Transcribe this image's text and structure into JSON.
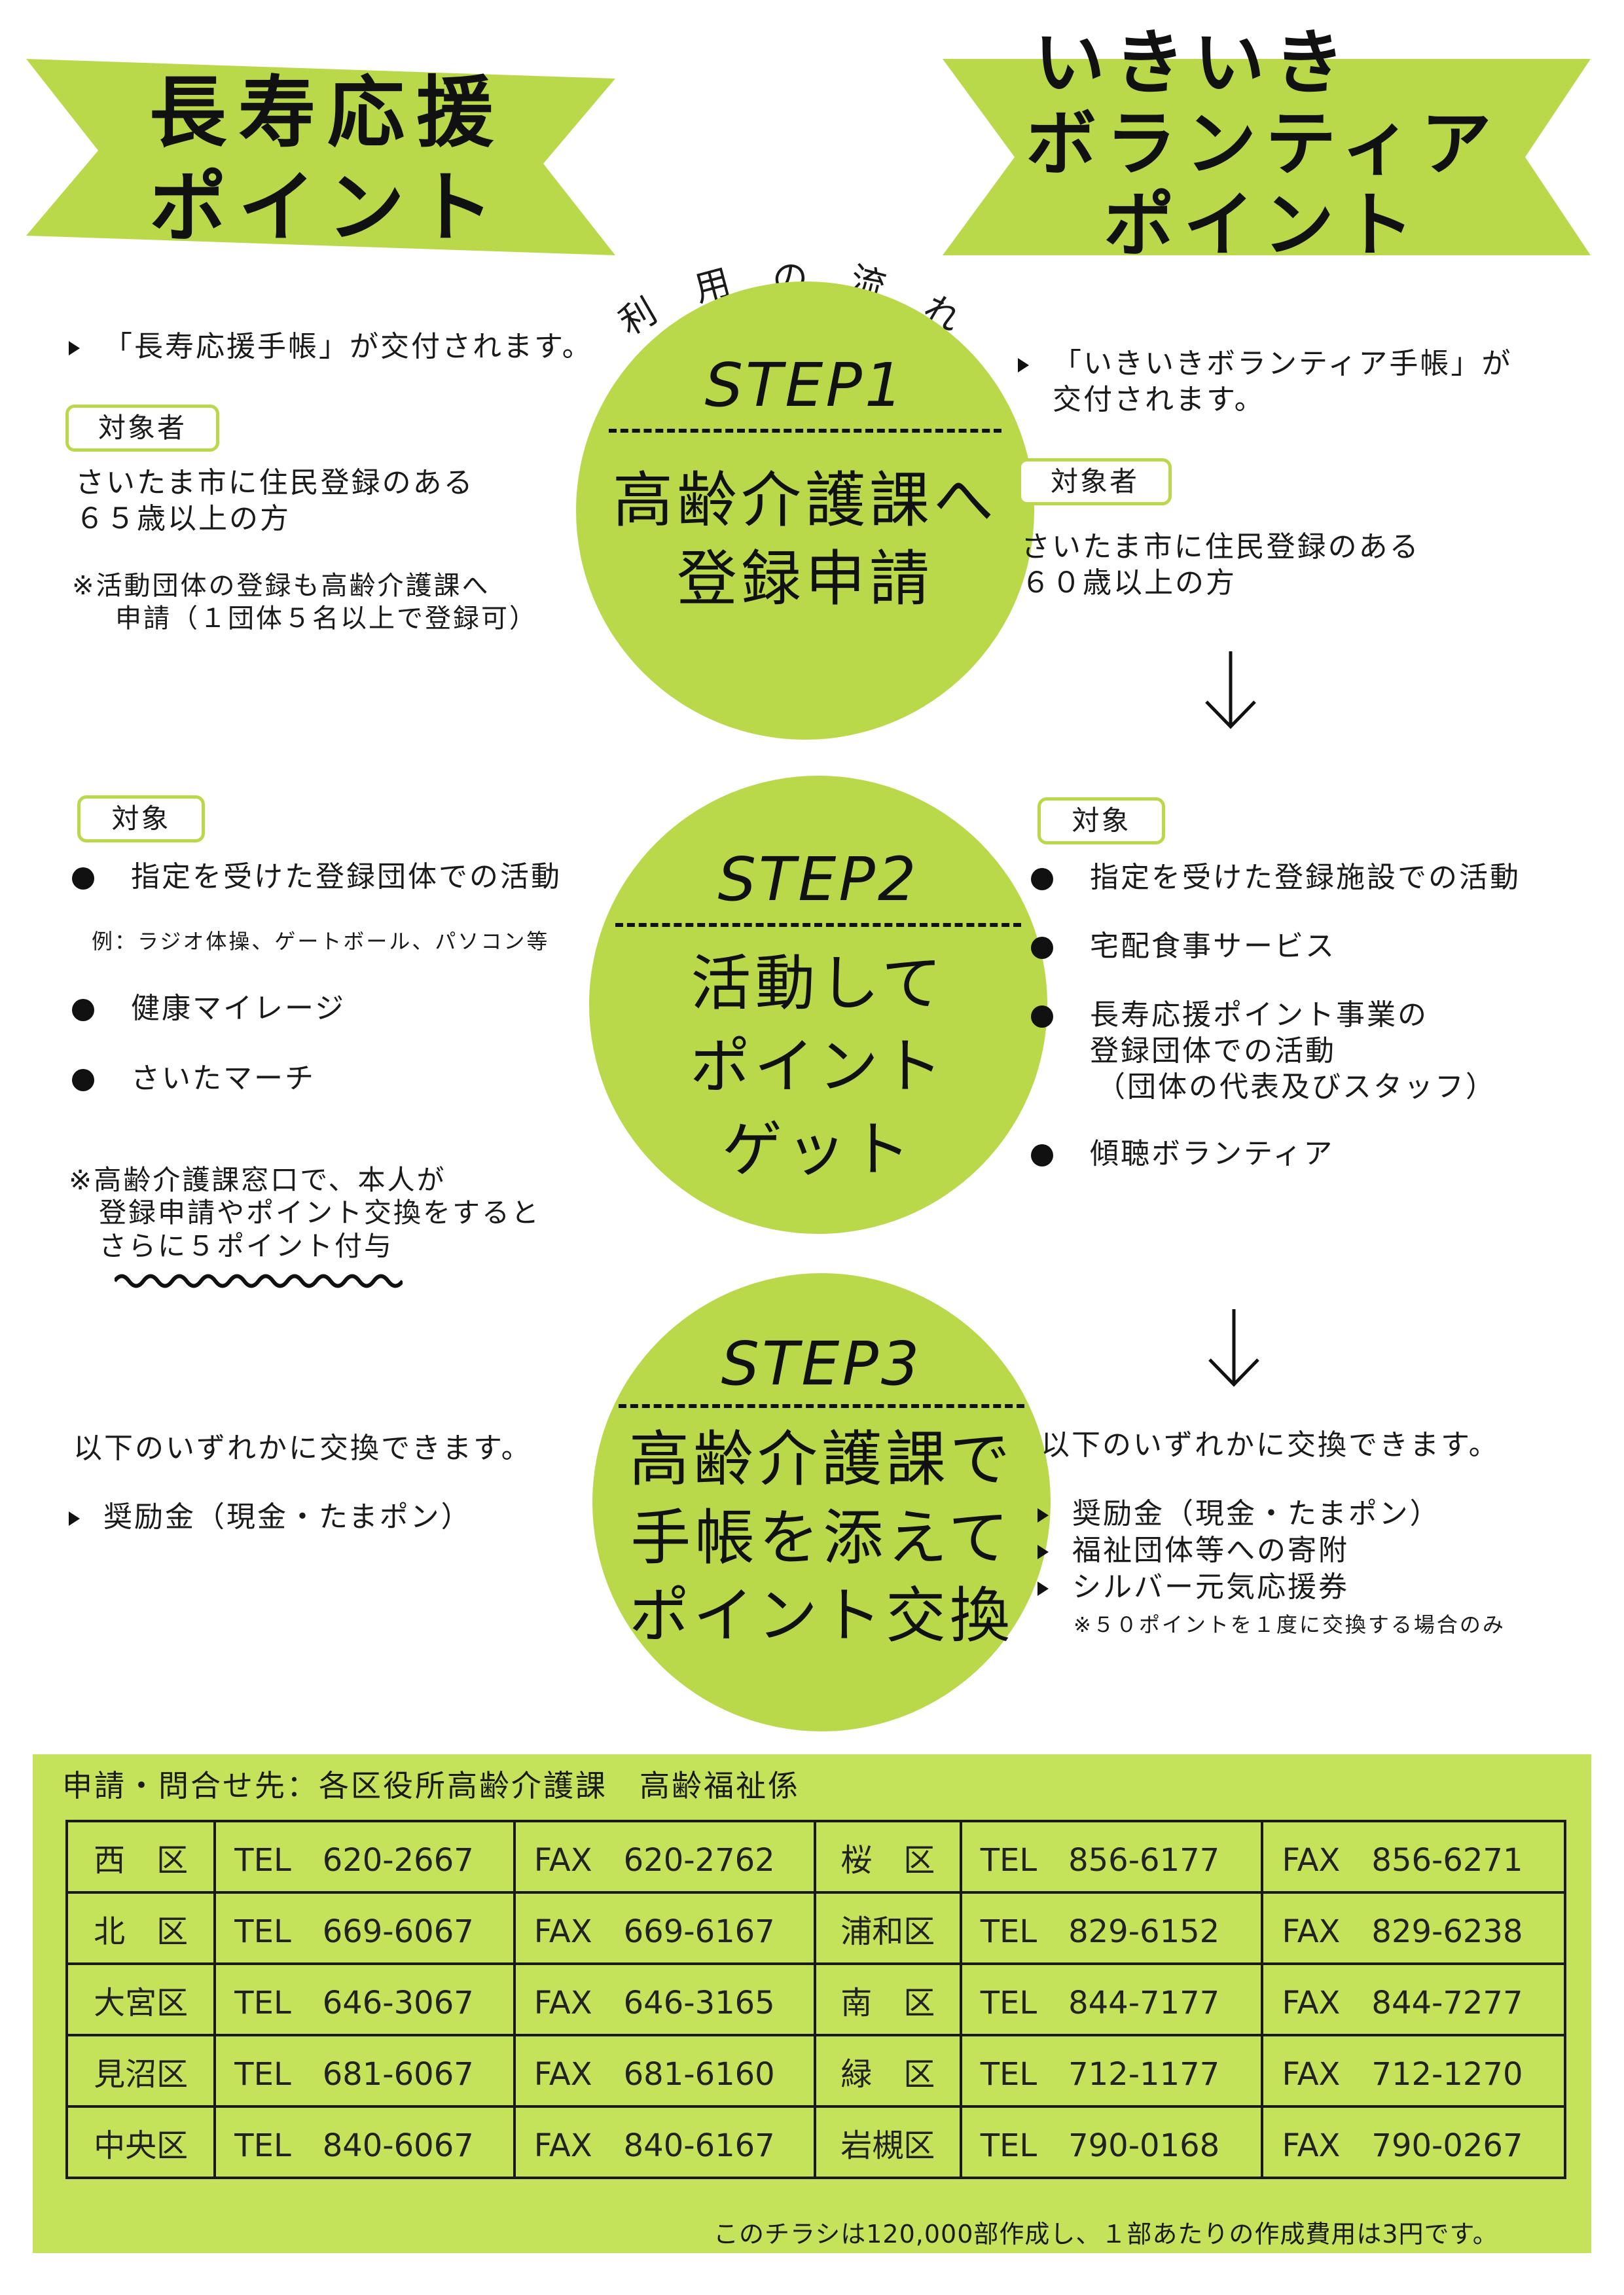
{
  "banner_left": {
    "line1": "長寿応援",
    "line2": "ポイント"
  },
  "banner_right": {
    "line1": "いきいき",
    "line2": "ボランティア",
    "line3": "ポイント"
  },
  "flow_arc": [
    "利",
    "用",
    "の",
    "流",
    "れ"
  ],
  "step1": {
    "circle": {
      "step": "STEP1",
      "line1": "高齢介護課へ",
      "line2": "登録申請"
    },
    "left": {
      "notebook": "「長寿応援手帳」が交付されます。",
      "tag": "対象者",
      "eligible_1": "さいたま市に住民登録のある",
      "eligible_2": "６５歳以上の方",
      "note_1": "※活動団体の登録も高齢介護課へ",
      "note_2": "申請（１団体５名以上で登録可）"
    },
    "right": {
      "notebook_1": "「いきいきボランティア手帳」が",
      "notebook_2": "交付されます。",
      "tag": "対象者",
      "eligible_1": "さいたま市に住民登録のある",
      "eligible_2": "６０歳以上の方"
    }
  },
  "step2": {
    "circle": {
      "step": "STEP2",
      "line1": "活動して",
      "line2": "ポイント",
      "line3": "ゲット"
    },
    "left": {
      "tag": "対象",
      "item1": "指定を受けた登録団体での活動",
      "example": "例：ラジオ体操、ゲートボール、パソコン等",
      "item2": "健康マイレージ",
      "item3": "さいたマーチ",
      "note_1": "※高齢介護課窓口で、本人が",
      "note_2": "登録申請やポイント交換をすると",
      "note_3": "さらに５ポイント付与"
    },
    "right": {
      "tag": "対象",
      "item1": "指定を受けた登録施設での活動",
      "item2": "宅配食事サービス",
      "item3_1": "長寿応援ポイント事業の",
      "item3_2": "登録団体での活動",
      "item3_3": "（団体の代表及びスタッフ）",
      "item4": "傾聴ボランティア"
    }
  },
  "step3": {
    "circle": {
      "step": "STEP3",
      "line1": "高齢介護課で",
      "line2": "手帳を添えて",
      "line3": "ポイント交換"
    },
    "left": {
      "intro": "以下のいずれかに交換できます。",
      "item1": "奨励金（現金・たまポン）"
    },
    "right": {
      "intro": "以下のいずれかに交換できます。",
      "item1": "奨励金（現金・たまポン）",
      "item2": "福祉団体等への寄附",
      "item3": "シルバー元気応援券",
      "note": "※５０ポイントを１度に交換する場合のみ"
    }
  },
  "contact": {
    "title": "申請・問合せ先：各区役所高齢介護課　高齢福祉係",
    "rows": [
      [
        "西　区",
        "TEL　620-2667",
        "FAX　620-2762",
        "桜　区",
        "TEL　856-6177",
        "FAX　856-6271"
      ],
      [
        "北　区",
        "TEL　669-6067",
        "FAX　669-6167",
        "浦和区",
        "TEL　829-6152",
        "FAX　829-6238"
      ],
      [
        "大宮区",
        "TEL　646-3067",
        "FAX　646-3165",
        "南　区",
        "TEL　844-7177",
        "FAX　844-7277"
      ],
      [
        "見沼区",
        "TEL　681-6067",
        "FAX　681-6160",
        "緑　区",
        "TEL　712-1177",
        "FAX　712-1270"
      ],
      [
        "中央区",
        "TEL　840-6067",
        "FAX　840-6167",
        "岩槻区",
        "TEL　790-0168",
        "FAX　790-0267"
      ]
    ]
  },
  "footnote": "このチラシは120,000部作成し、１部あたりの作成費用は3円です。",
  "colors": {
    "accent": "#b9d94b",
    "footer": "#c5e35a",
    "text": "#1a1a1a"
  }
}
